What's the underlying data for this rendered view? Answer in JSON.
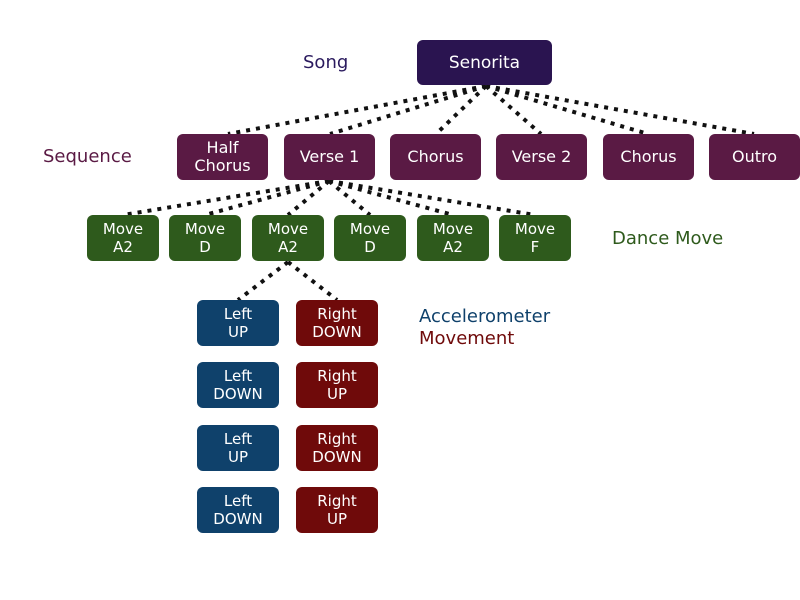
{
  "labels": {
    "song": "Song",
    "sequence": "Sequence",
    "dance_move": "Dance Move",
    "accelerometer": "Accelerometer",
    "movement": "Movement"
  },
  "song": "Senorita",
  "sequence": [
    "Half\nChorus",
    "Verse 1",
    "Chorus",
    "Verse 2",
    "Chorus",
    "Outro"
  ],
  "moves": [
    "Move\nA2",
    "Move\nD",
    "Move\nA2",
    "Move\nD",
    "Move\nA2",
    "Move\nF"
  ],
  "accelerometer": [
    {
      "left": "Left\nUP",
      "right": "Right\nDOWN"
    },
    {
      "left": "Left\nDOWN",
      "right": "Right\nUP"
    },
    {
      "left": "Left\nUP",
      "right": "Right\nDOWN"
    },
    {
      "left": "Left\nDOWN",
      "right": "Right\nUP"
    }
  ],
  "colors": {
    "song": "#2a1450",
    "sequence": "#5a1a44",
    "dance_move": "#2e5a1c",
    "left_movement": "#0f416b",
    "right_movement": "#6f0a0a",
    "connector": "#111111"
  }
}
